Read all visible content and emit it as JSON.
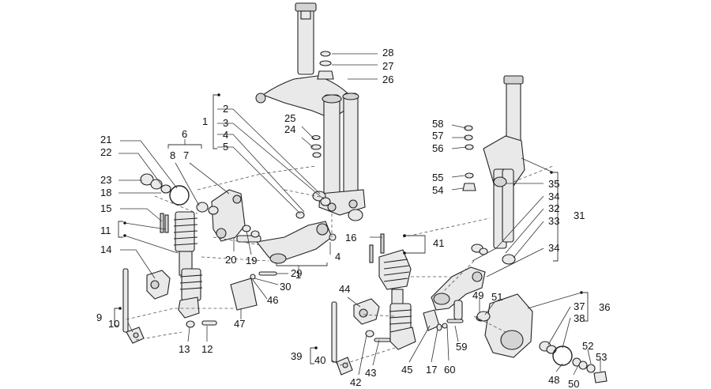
{
  "diagram": {
    "callouts": [
      "1",
      "2",
      "3",
      "4",
      "5",
      "6",
      "7",
      "8",
      "9",
      "10",
      "11",
      "12",
      "13",
      "14",
      "15",
      "16",
      "17",
      "18",
      "19",
      "20",
      "21",
      "22",
      "23",
      "24",
      "25",
      "26",
      "27",
      "28",
      "29",
      "30",
      "31",
      "32",
      "33",
      "34",
      "35",
      "36",
      "37",
      "38",
      "39",
      "40",
      "41",
      "42",
      "43",
      "44",
      "45",
      "46",
      "47",
      "48",
      "49",
      "50",
      "51",
      "52",
      "53",
      "54",
      "55",
      "56",
      "57",
      "58",
      "59",
      "60"
    ]
  }
}
